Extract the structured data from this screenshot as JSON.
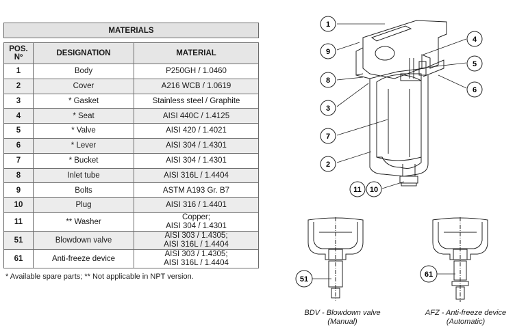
{
  "materials": {
    "title": "MATERIALS",
    "headers": {
      "pos_line1": "POS.",
      "pos_line2": "Nº",
      "designation": "DESIGNATION",
      "material": "MATERIAL"
    },
    "rows": [
      {
        "pos": "1",
        "designation": "Body",
        "material": "P250GH / 1.0460"
      },
      {
        "pos": "2",
        "designation": "Cover",
        "material": "A216 WCB / 1.0619"
      },
      {
        "pos": "3",
        "designation": "* Gasket",
        "material": "Stainless steel / Graphite"
      },
      {
        "pos": "4",
        "designation": "* Seat",
        "material": "AISI 440C / 1.4125"
      },
      {
        "pos": "5",
        "designation": "* Valve",
        "material": "AISI 420 / 1.4021"
      },
      {
        "pos": "6",
        "designation": "* Lever",
        "material": "AISI 304 / 1.4301"
      },
      {
        "pos": "7",
        "designation": "* Bucket",
        "material": "AISI 304 / 1.4301"
      },
      {
        "pos": "8",
        "designation": "Inlet tube",
        "material": "AISI 316L / 1.4404"
      },
      {
        "pos": "9",
        "designation": "Bolts",
        "material": "ASTM A193 Gr. B7"
      },
      {
        "pos": "10",
        "designation": "Plug",
        "material": "AISI 316 / 1.4401"
      },
      {
        "pos": "11",
        "designation": "** Washer",
        "material_line1": "Copper;",
        "material_line2": "AISI 304 / 1.4301"
      },
      {
        "pos": "51",
        "designation": "Blowdown valve",
        "material_line1": "AISI 303 / 1.4305;",
        "material_line2": "AISI 316L / 1.4404"
      },
      {
        "pos": "61",
        "designation": "Anti-freeze device",
        "material_line1": "AISI 303 / 1.4305;",
        "material_line2": "AISI 316L / 1.4404"
      }
    ],
    "footnote": "* Available spare parts; ** Not applicable in NPT version."
  },
  "diagram": {
    "callouts": [
      "1",
      "9",
      "8",
      "3",
      "7",
      "2",
      "4",
      "5",
      "6",
      "11",
      "10"
    ],
    "options": [
      {
        "callout": "51",
        "caption_line1": "BDV - Blowdown valve",
        "caption_line2": "(Manual)"
      },
      {
        "callout": "61",
        "caption_line1": "AFZ - Anti-freeze device",
        "caption_line2": "(Automatic)"
      }
    ]
  }
}
